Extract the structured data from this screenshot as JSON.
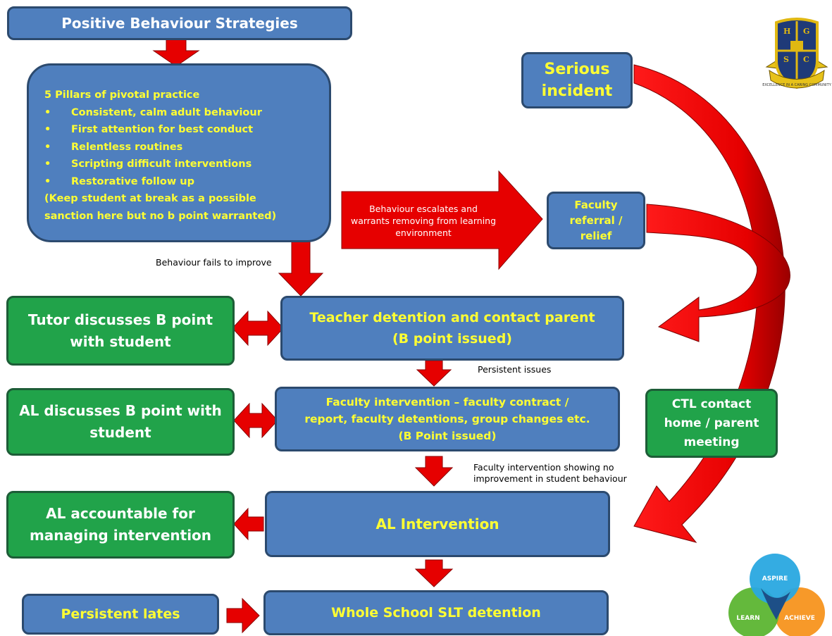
{
  "title": "Positive Behaviour Strategies",
  "pillars": {
    "heading": "5 Pillars of pivotal practice",
    "items": [
      "Consistent, calm adult behaviour",
      "First attention for best conduct",
      "Relentless routines",
      "Scripting difficult interventions",
      "Restorative follow up"
    ],
    "note_line1": "(Keep student at break as a possible",
    "note_line2": "sanction here but no b point warranted)"
  },
  "serious_incident": {
    "line1": "Serious",
    "line2": "incident"
  },
  "escalation_arrow": {
    "line1": "Behaviour escalates and",
    "line2": "warrants removing from learning",
    "line3": "environment"
  },
  "faculty_referral": {
    "line1": "Faculty",
    "line2": "referral /",
    "line3": "relief"
  },
  "labels": {
    "fails_to_improve": "Behaviour fails to improve",
    "persistent_issues": "Persistent issues",
    "no_improvement_line1": "Faculty intervention showing no",
    "no_improvement_line2": "improvement in student behaviour"
  },
  "teacher_detention": {
    "line1": "Teacher detention and contact parent",
    "line2": "(B point issued)"
  },
  "tutor_discusses": {
    "line1": "Tutor discusses B point",
    "line2": "with student"
  },
  "faculty_intervention": {
    "line1": "Faculty intervention – faculty contract /",
    "line2": "report, faculty detentions, group changes etc.",
    "line3": "(B Point issued)"
  },
  "al_discusses": {
    "line1": "AL discusses B point with",
    "line2": "student"
  },
  "ctl_contact": {
    "line1": "CTL contact",
    "line2": "home / parent",
    "line3": "meeting"
  },
  "al_intervention": "AL Intervention",
  "al_accountable": {
    "line1": "AL accountable for",
    "line2": "managing intervention"
  },
  "persistent_lates": "Persistent lates",
  "slt_detention": "Whole School SLT detention",
  "crest": {
    "letters": [
      "H",
      "G",
      "S",
      "C"
    ],
    "motto": "EXCELLENCE IN A CARING COMMUNITY"
  },
  "values_logo": {
    "top": "ASPIRE",
    "left": "LEARN",
    "right": "ACHIEVE"
  },
  "colors": {
    "box_blue": "#4f7fbe",
    "box_green": "#21a34a",
    "text_yellow": "#ffff33",
    "arrow_red": "#e60000"
  }
}
